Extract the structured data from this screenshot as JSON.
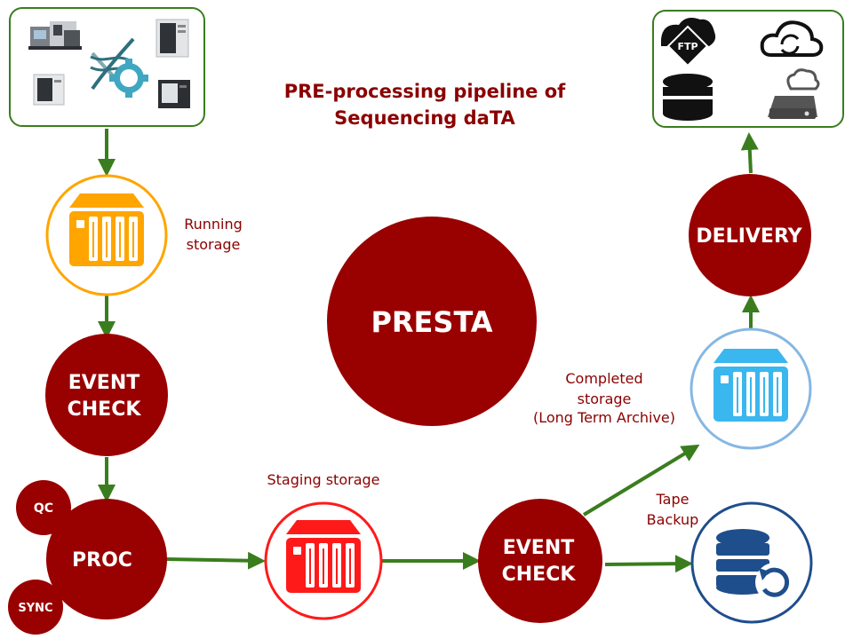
{
  "title": {
    "line1": "PRE-processing pipeline of",
    "line2": "Sequencing daTA"
  },
  "center_label": "PRESTA",
  "nodes": {
    "event_check_1": {
      "line1": "EVENT",
      "line2": "CHECK"
    },
    "event_check_2": {
      "line1": "EVENT",
      "line2": "CHECK"
    },
    "proc": "PROC",
    "qc": "QC",
    "sync": "SYNC",
    "delivery": "DELIVERY"
  },
  "labels": {
    "running_storage": {
      "line1": "Running",
      "line2": "storage"
    },
    "staging_storage": "Staging storage",
    "completed_storage": {
      "line1": "Completed",
      "line2": "storage",
      "line3": "(Long Term Archive)"
    },
    "tape_backup": {
      "line1": "Tape",
      "line2": "Backup"
    },
    "ftp_icon_text": "FTP"
  },
  "colors": {
    "dark_red": "#990000",
    "title_red": "#8b0000",
    "arrow_green": "#3a7d1e",
    "orange": "#ffa500",
    "red_nas": "#ff1a1a",
    "blue_nas": "#3ab7ef",
    "navy": "#1f4e8c"
  },
  "icons": {
    "sequencers_box": [
      "sequencer-icon",
      "dna-gear-icon"
    ],
    "delivery_box": [
      "ftp-cloud-icon",
      "cloud-sync-icon",
      "database-icon",
      "cloud-drive-icon"
    ]
  }
}
